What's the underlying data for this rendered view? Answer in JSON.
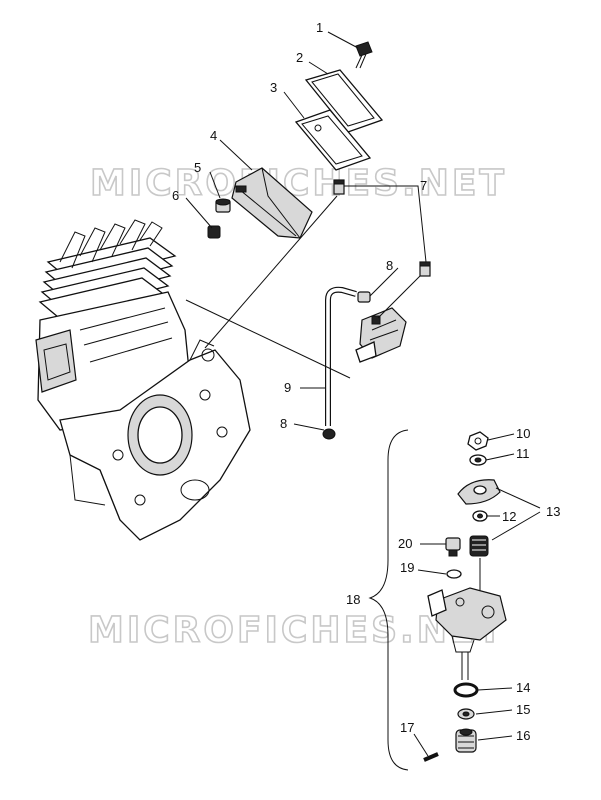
{
  "watermark": "MICROFICHES.NET",
  "callouts": [
    "1",
    "2",
    "3",
    "4",
    "5",
    "6",
    "7",
    "8",
    "9",
    "8",
    "10",
    "11",
    "12",
    "13",
    "20",
    "19",
    "18",
    "14",
    "15",
    "17",
    "16"
  ]
}
